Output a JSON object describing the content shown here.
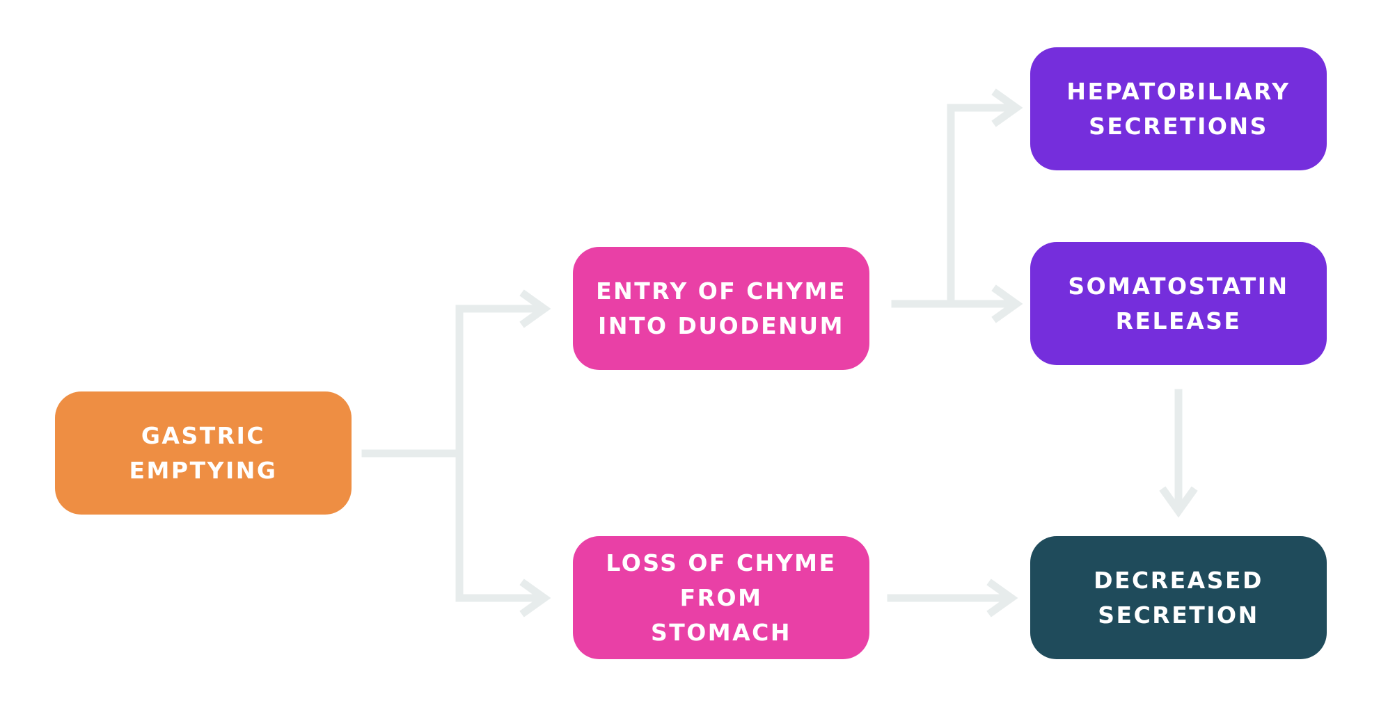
{
  "colors": {
    "orange": "#EE8E43",
    "pink": "#E940A6",
    "purple": "#752EDC",
    "teal": "#1F4B5B",
    "arrow": "#E7ECEC"
  },
  "nodes": {
    "gastric": {
      "label": "GASTRIC\nEMPTYING",
      "color": "#EE8E43"
    },
    "entry": {
      "label": "ENTRY OF CHYME\nINTO DUODENUM",
      "color": "#E940A6"
    },
    "loss": {
      "label": "LOSS OF CHYME FROM\nSTOMACH",
      "color": "#E940A6"
    },
    "hepato": {
      "label": "HEPATOBILIARY\nSECRETIONS",
      "color": "#752EDC"
    },
    "somato": {
      "label": "SOMATOSTATIN\nRELEASE",
      "color": "#752EDC"
    },
    "decreased": {
      "label": "DECREASED\nSECRETION",
      "color": "#1F4B5B"
    }
  },
  "edges": [
    {
      "from": "gastric",
      "to": "entry"
    },
    {
      "from": "gastric",
      "to": "loss"
    },
    {
      "from": "entry",
      "to": "hepato"
    },
    {
      "from": "entry",
      "to": "somato"
    },
    {
      "from": "somato",
      "to": "decreased"
    },
    {
      "from": "loss",
      "to": "decreased"
    }
  ]
}
